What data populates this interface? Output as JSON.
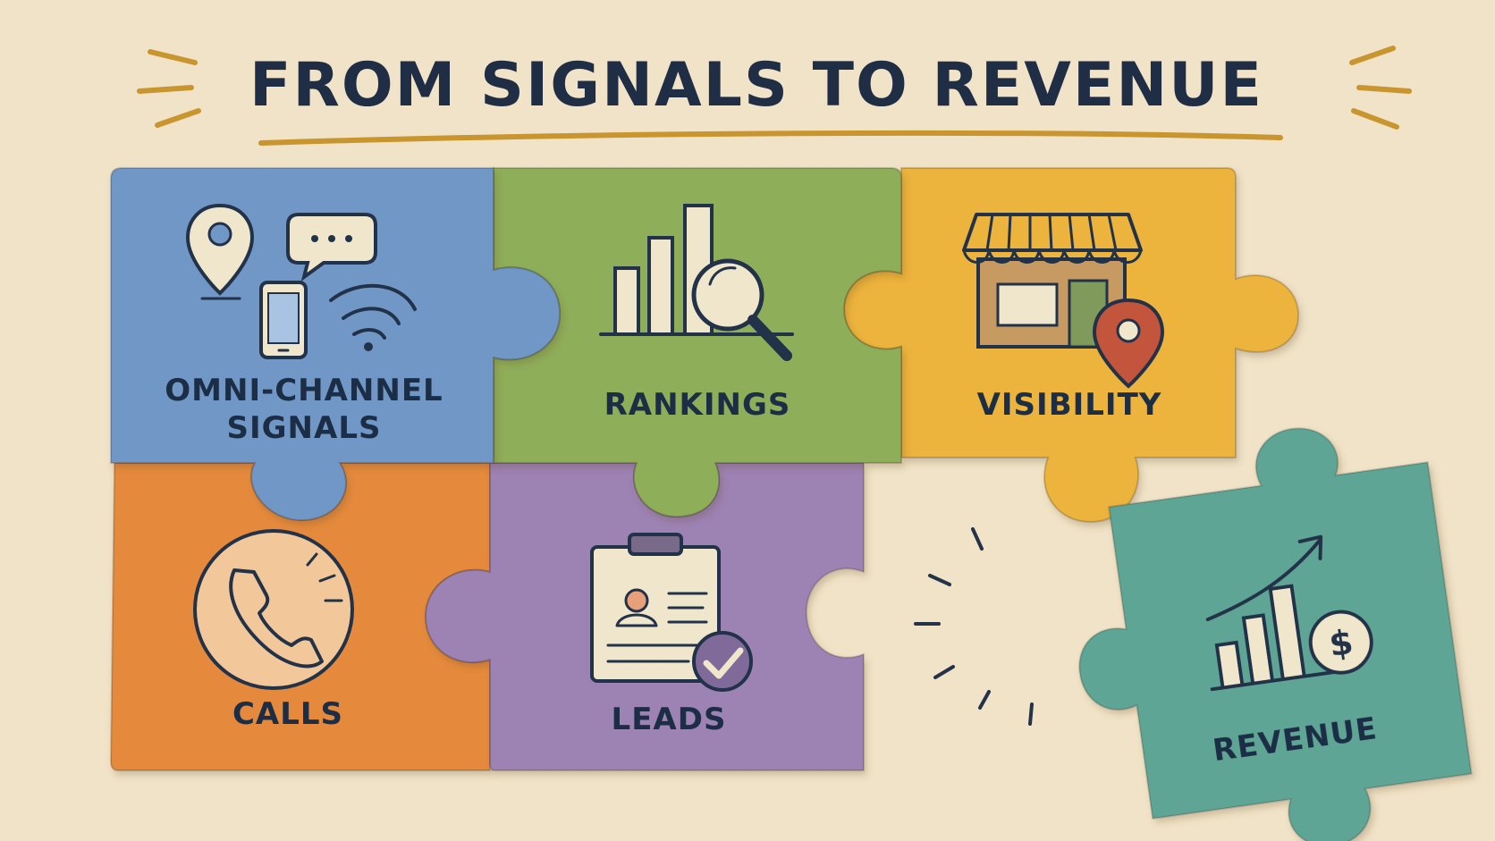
{
  "title": "FROM SIGNALS TO REVENUE",
  "colors": {
    "background": "#f1e3c8",
    "ink": "#1f2d45",
    "accent_underline": "#c9952e",
    "blue": "#6f97c6",
    "green": "#8fae5a",
    "yellow": "#ecb33d",
    "orange": "#e58a3e",
    "purple": "#9d82b4",
    "teal": "#5fa595"
  },
  "pieces": [
    {
      "id": "omni",
      "lines": [
        "OMNI-CHANNEL",
        "SIGNALS"
      ],
      "color": "#6f97c6",
      "icons": [
        "map-pin-icon",
        "chat-bubble-icon",
        "smartphone-icon",
        "wifi-signal-icon"
      ]
    },
    {
      "id": "rankings",
      "lines": [
        "RANKINGS"
      ],
      "color": "#8fae5a",
      "icons": [
        "bar-chart-icon",
        "magnifier-icon"
      ]
    },
    {
      "id": "visibility",
      "lines": [
        "VISIBILITY"
      ],
      "color": "#ecb33d",
      "icons": [
        "storefront-icon",
        "location-pin-icon"
      ]
    },
    {
      "id": "calls",
      "lines": [
        "CALLS"
      ],
      "color": "#e58a3e",
      "icons": [
        "phone-icon"
      ]
    },
    {
      "id": "leads",
      "lines": [
        "LEADS"
      ],
      "color": "#9d82b4",
      "icons": [
        "clipboard-profile-icon",
        "checkmark-icon"
      ]
    },
    {
      "id": "revenue",
      "lines": [
        "REVENUE"
      ],
      "color": "#5fa595",
      "icons": [
        "growth-chart-icon",
        "dollar-coin-icon"
      ]
    }
  ]
}
